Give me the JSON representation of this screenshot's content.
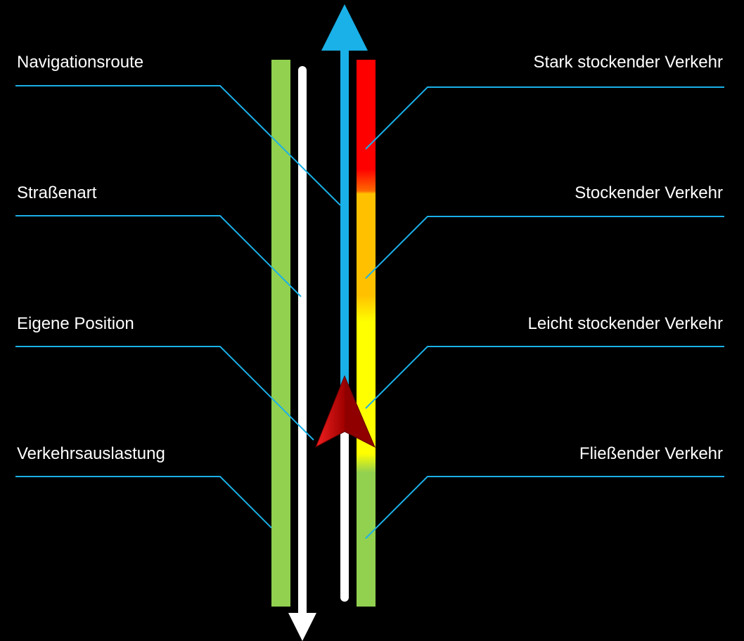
{
  "labels_left": {
    "navigation_route": "Navigationsroute",
    "road_type": "Straßenart",
    "own_position": "Eigene Position",
    "traffic_load": "Verkehrsauslastung"
  },
  "labels_right": {
    "heavy_congestion": "Stark stockender Verkehr",
    "congestion": "Stockender Verkehr",
    "light_congestion": "Leicht stockender Verkehr",
    "free_flow": "Fließender Verkehr"
  },
  "colors": {
    "background": "#000000",
    "text": "#ffffff",
    "leader_line": "#1ab0e8",
    "route_arrow": "#1ab0e8",
    "road_type_bar": "#92d050",
    "road_arrow": "#ffffff",
    "position_marker": "#d00000",
    "traffic_red": "#ff0000",
    "traffic_orange": "#ffc000",
    "traffic_yellow": "#ffff00",
    "traffic_green": "#92d050"
  }
}
